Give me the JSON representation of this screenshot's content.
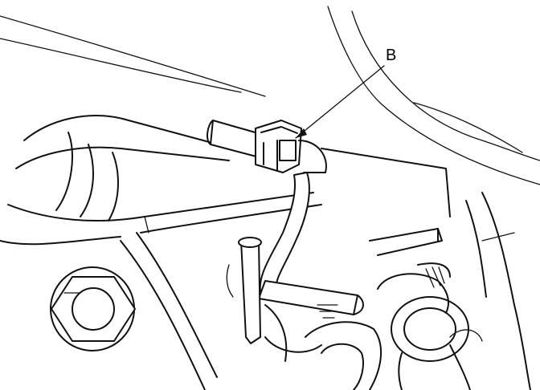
{
  "callouts": [
    {
      "id": "B",
      "label": "B",
      "target": "connector"
    }
  ],
  "colors": {
    "line": "#111111",
    "background": "#ffffff"
  }
}
